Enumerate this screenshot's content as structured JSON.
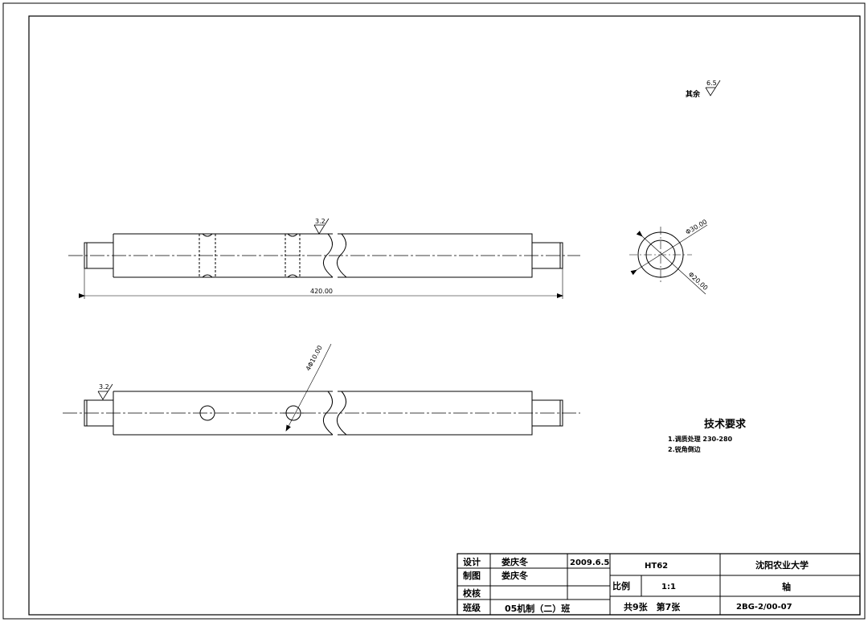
{
  "drawing": {
    "roughness_note": {
      "label": "其余",
      "value": "6.5"
    },
    "view_top": {
      "roughness": "3.2",
      "length_dim": "420.00"
    },
    "view_bottom": {
      "roughness": "3.2",
      "hole_dim": "4Φ10.00"
    },
    "section": {
      "outer_dim": "Φ30.00",
      "inner_dim": "Φ20.00"
    },
    "tech_req": {
      "title": "技术要求",
      "items": [
        "1.调质处理 230-280",
        "2.锐角倒边"
      ]
    }
  },
  "title_block": {
    "designer_label": "设计",
    "designer_name": "娄庆冬",
    "date": "2009.6.5",
    "drawer_label": "制图",
    "drawer_name": "娄庆冬",
    "checker_label": "校核",
    "class_label": "班级",
    "class_name": "05机制（二）班",
    "material": "HT62",
    "school": "沈阳农业大学",
    "scale_label": "比例",
    "scale_value": "1:1",
    "part_name": "轴",
    "sheets": "共9张　第7张",
    "code": "2BG-2/00-07"
  },
  "colors": {
    "line": "#000000",
    "background": "#ffffff"
  }
}
